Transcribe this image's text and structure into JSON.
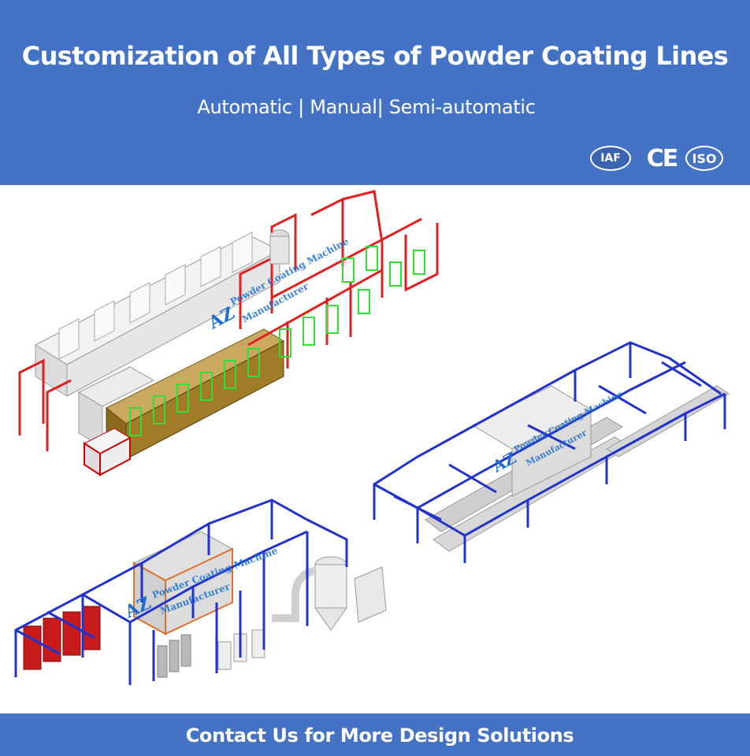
{
  "header": {
    "title": "Customization of All Types of Powder Coating Lines",
    "subtitle": "Automatic | Manual| Semi-automatic",
    "certifications": [
      {
        "icon": "iaf-logo",
        "label": "IAF"
      },
      {
        "icon": "ce-mark",
        "label": "CE"
      },
      {
        "icon": "iso-logo",
        "label": "ISO"
      }
    ]
  },
  "illustrations": [
    {
      "name": "automatic-powder-coating-line",
      "watermark": "Powder Coating Machine Manufacturer",
      "logo": "AZ"
    },
    {
      "name": "overhead-conveyor-line",
      "watermark": "Powder Coating Machine Manufacturer",
      "logo": "AZ"
    },
    {
      "name": "manual-powder-coating-line",
      "watermark": "Powder Coating Machine Manufacturer",
      "logo": "AZ"
    }
  ],
  "footer": {
    "cta": "Contact Us for More Design Solutions"
  },
  "colors": {
    "brand_blue": "#4472c4",
    "frame_red": "#e02020",
    "hanger_green": "#33dd33",
    "frame_blue": "#2233cc",
    "booth_gray": "#e8e8e8",
    "oven_brown": "#8a6a1c"
  }
}
